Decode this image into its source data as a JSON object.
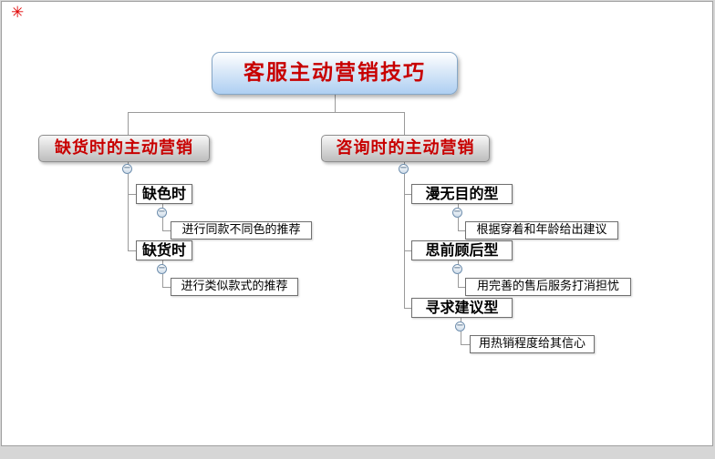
{
  "app": {
    "logo_icon": "✳"
  },
  "mindmap": {
    "collapse_glyph": "−",
    "root": {
      "label": "客服主动营销技巧"
    },
    "branches": [
      {
        "label": "缺货时的主动营销",
        "children": [
          {
            "label": "缺色时",
            "children": [
              {
                "label": "进行同款不同色的推荐"
              }
            ]
          },
          {
            "label": "缺货时",
            "children": [
              {
                "label": "进行类似款式的推荐"
              }
            ]
          }
        ]
      },
      {
        "label": "咨询时的主动营销",
        "children": [
          {
            "label": "漫无目的型",
            "children": [
              {
                "label": "根据穿着和年龄给出建议"
              }
            ]
          },
          {
            "label": "思前顾后型",
            "children": [
              {
                "label": "用完善的售后服务打消担忧"
              }
            ]
          },
          {
            "label": "寻求建议型",
            "children": [
              {
                "label": "用热销程度给其信心"
              }
            ]
          }
        ]
      }
    ]
  },
  "colors": {
    "accent_text": "#c80000",
    "node_text": "#000000",
    "root_fill": "#aecff2",
    "branch_fill": "#bdbdbd",
    "connector": "#9a9a9a",
    "canvas": "#ffffff"
  }
}
